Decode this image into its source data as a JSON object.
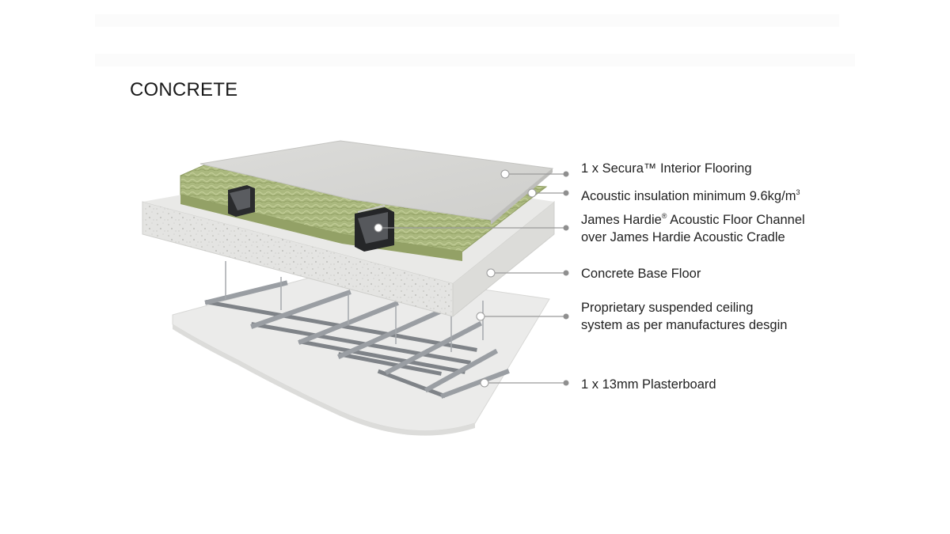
{
  "title": "CONCRETE",
  "labels": {
    "flooring": "1 x Secura™ Interior Flooring",
    "insulation_main": "Acoustic insulation minimum 9.6kg/m",
    "insulation_sup": "3",
    "channel_line1_a": "James Hardie",
    "channel_line1_reg": "®",
    "channel_line1_b": " Acoustic Floor Channel",
    "channel_line2": "over James Hardie Acoustic Cradle",
    "concrete": "Concrete Base Floor",
    "ceiling_line1": "Proprietary suspended ceiling",
    "ceiling_line2": "system as per manufactures desgin",
    "plasterboard": "1 x 13mm Plasterboard"
  },
  "colors": {
    "leader": "#9a9a9a",
    "flooring": "#d6d6d4",
    "insulation": "#a9b77c",
    "concrete": "#e6e6e4",
    "steel": "#8d9095",
    "plasterboard": "#ececeb"
  }
}
